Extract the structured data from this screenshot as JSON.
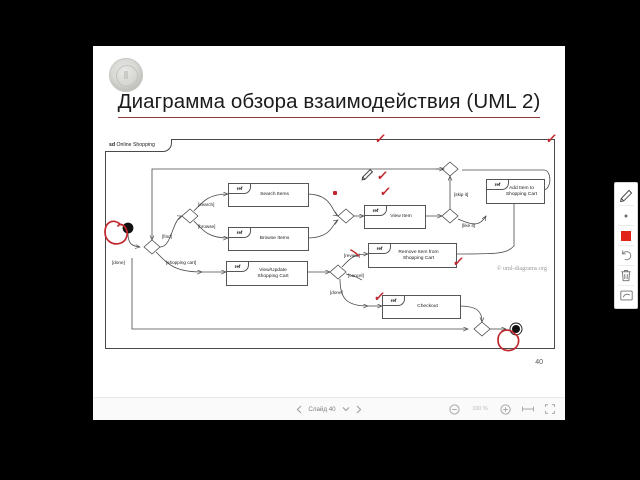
{
  "slide": {
    "title": "Диаграмма обзора взаимодействия (UML 2)",
    "page_number": "40",
    "logo_name": "university-seal",
    "copyright": "© uml-diagrams.org",
    "frame_keyword": "sd",
    "frame_name": "Online Shopping"
  },
  "diagram": {
    "type": "uml-interaction-overview",
    "ref_nodes": [
      {
        "id": "search",
        "ref": "ref",
        "label": "Search Items"
      },
      {
        "id": "browse",
        "ref": "ref",
        "label": "Browse Items"
      },
      {
        "id": "view",
        "ref": "ref",
        "label": "View Item"
      },
      {
        "id": "add",
        "ref": "ref",
        "label": "Add Item to\nShopping Cart"
      },
      {
        "id": "viewcart",
        "ref": "ref",
        "label": "View/Update\nShopping Cart"
      },
      {
        "id": "remove",
        "ref": "ref",
        "label": "Remove Item from\nShopping Cart"
      },
      {
        "id": "checkout",
        "ref": "ref",
        "label": "Checkout"
      }
    ],
    "guards": [
      {
        "id": "find",
        "text": "[find]"
      },
      {
        "id": "done1",
        "text": "[done]"
      },
      {
        "id": "search",
        "text": "[search]"
      },
      {
        "id": "browse",
        "text": "[browse]"
      },
      {
        "id": "shopcart",
        "text": "[shopping cart]"
      },
      {
        "id": "skipit",
        "text": "[skip it]"
      },
      {
        "id": "likeit",
        "text": "[like it]"
      },
      {
        "id": "review",
        "text": "[review]"
      },
      {
        "id": "cancel",
        "text": "[cancel]"
      },
      {
        "id": "done2",
        "text": "[done]"
      }
    ],
    "annotation_color": "#c0272d",
    "annotations": [
      {
        "kind": "circle",
        "target": "initial-node"
      },
      {
        "kind": "circle",
        "target": "final-node"
      },
      {
        "kind": "checkmark",
        "target": "search-items"
      },
      {
        "kind": "checkmark",
        "target": "browse-items"
      },
      {
        "kind": "checkmark",
        "target": "view-item"
      },
      {
        "kind": "checkmark",
        "target": "add-item-to-cart"
      },
      {
        "kind": "checkmark",
        "target": "remove-item-from-cart"
      },
      {
        "kind": "checkmark",
        "target": "checkout"
      },
      {
        "kind": "dot",
        "target": "near-view-item"
      },
      {
        "kind": "stroke",
        "target": "near-view-update-cart"
      }
    ]
  },
  "toolbar": {
    "prev_icon": "chevron-left-icon",
    "next_icon": "chevron-right-icon",
    "slide_label": "Слайд 40",
    "dropdown_icon": "chevron-down-icon",
    "zoom_out_icon": "zoom-out-icon",
    "zoom_value": "100 %",
    "zoom_in_icon": "zoom-in-icon",
    "fit_width_icon": "fit-width-icon",
    "fullscreen_icon": "fullscreen-icon"
  },
  "annotation_toolbar": {
    "items": [
      {
        "id": "pen",
        "icon": "pen-icon"
      },
      {
        "id": "size",
        "icon": "stroke-size-icon"
      },
      {
        "id": "color",
        "icon": "color-swatch-icon",
        "color": "#e2231a"
      },
      {
        "id": "undo",
        "icon": "undo-icon"
      },
      {
        "id": "delete",
        "icon": "trash-icon"
      },
      {
        "id": "close",
        "icon": "exit-icon"
      }
    ]
  }
}
